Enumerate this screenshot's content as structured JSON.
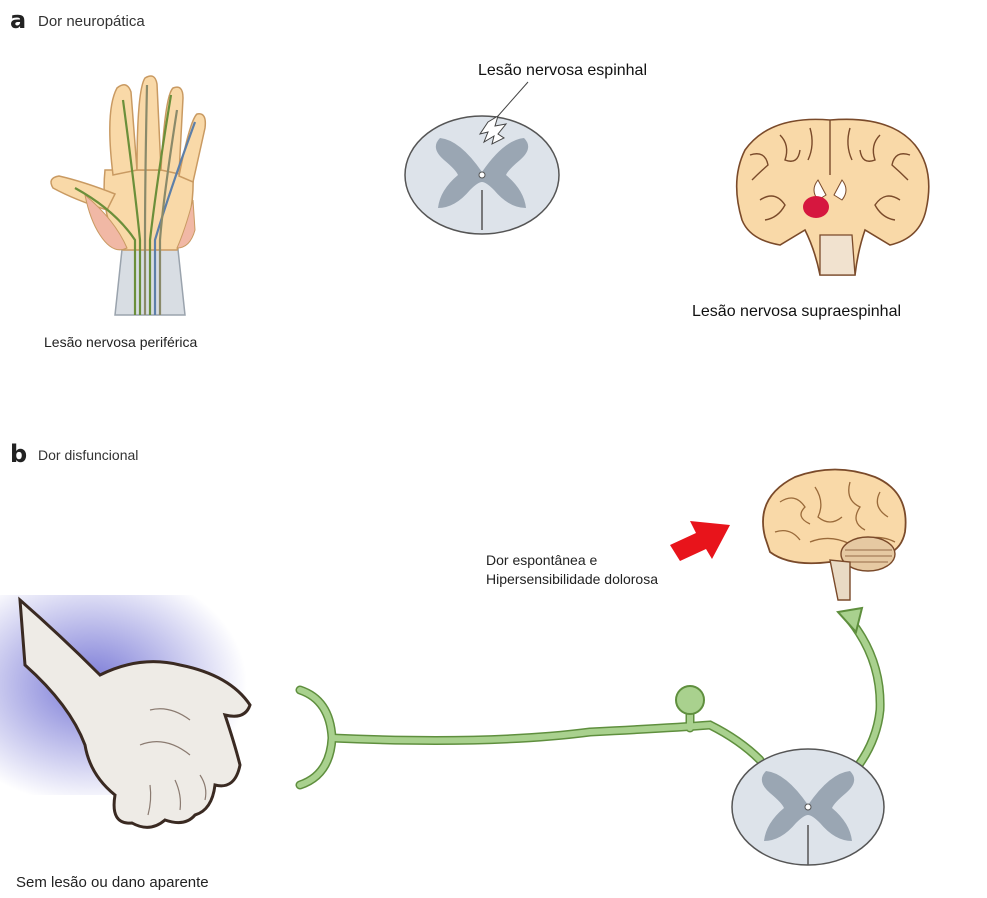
{
  "panel_a": {
    "letter": "a",
    "title": "Dor neuropática",
    "labels": {
      "peripheral": "Lesão nervosa periférica",
      "spinal": "Lesão nervosa espinhal",
      "supraspinal": "Lesão nervosa supraespinhal"
    }
  },
  "panel_b": {
    "letter": "b",
    "title": "Dor disfuncional",
    "labels": {
      "symptom_line1": "Dor espontânea e",
      "symptom_line2": "Hipersensibilidade dolorosa",
      "no_lesion": "Sem lesão ou dano aparente"
    }
  },
  "colors": {
    "skin": "#f9d9a8",
    "skin_outline": "#7a4a2a",
    "nerve_green": "#a9d18e",
    "nerve_green_dark": "#5f8f3e",
    "cord_grey": "#dde3ea",
    "cord_matter": "#9aa6b3",
    "lesion_red": "#d6173f",
    "arrow_red": "#e8141b",
    "bruise_blue": "#4a4ac8"
  }
}
